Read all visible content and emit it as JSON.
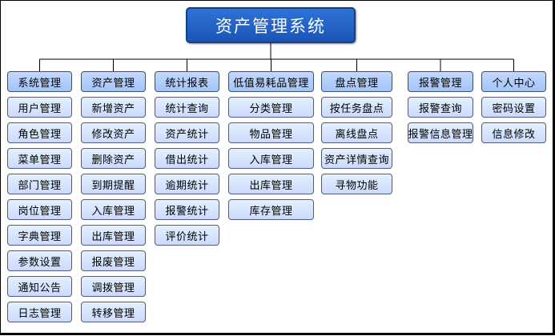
{
  "diagram": {
    "root": {
      "label": "资产管理系统"
    },
    "categories": [
      {
        "label": "系统管理",
        "items": [
          "用户管理",
          "角色管理",
          "菜单管理",
          "部门管理",
          "岗位管理",
          "字典管理",
          "参数设置",
          "通知公告",
          "日志管理"
        ]
      },
      {
        "label": "资产管理",
        "items": [
          "新增资产",
          "修改资产",
          "删除资产",
          "到期提醒",
          "入库管理",
          "出库管理",
          "报废管理",
          "调拨管理",
          "转移管理"
        ]
      },
      {
        "label": "统计报表",
        "items": [
          "统计查询",
          "资产统计",
          "借出统计",
          "逾期统计",
          "报警统计",
          "评价统计"
        ]
      },
      {
        "label": "低值易耗品管理",
        "items": [
          "分类管理",
          "物品管理",
          "入库管理",
          "出库管理",
          "库存管理"
        ]
      },
      {
        "label": "盘点管理",
        "items": [
          "按任务盘点",
          "离线盘点",
          "资产详情查询",
          "寻物功能"
        ]
      },
      {
        "label": "报警管理",
        "items": [
          "报警查询",
          "报警信息管理"
        ]
      },
      {
        "label": "个人中心",
        "items": [
          "密码设置",
          "信息修改"
        ]
      }
    ]
  },
  "colors": {
    "root_fill": "#1b55b6",
    "category_fill": "#a3c3f6",
    "leaf_fill": "#cadbfc",
    "line": "#000000"
  }
}
